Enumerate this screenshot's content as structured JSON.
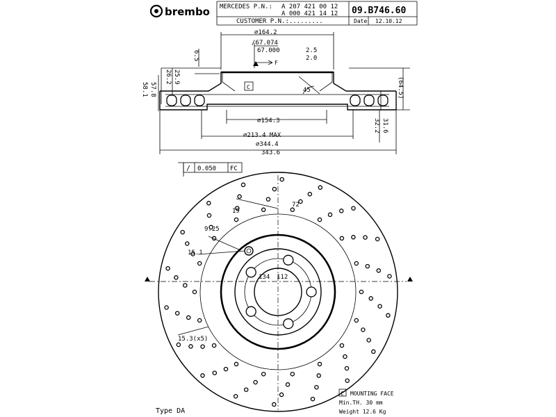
{
  "header": {
    "brand": "brembo",
    "oem_label": "MERCEDES P.N.:",
    "oem_numbers": [
      "A 207 421 00 12",
      "A 000 421 14 12"
    ],
    "customer_label": "CUSTOMER P.N.:.........",
    "part_number": "09.B746.60",
    "date_label": "Date",
    "date_value": "12.10.12"
  },
  "section_dims": {
    "d_hat_outer": "∅164.2",
    "d_pilot_1": "∕67.074",
    "d_pilot_2": "67.000",
    "hat_step_1": "2.5",
    "hat_step_2": "2.0",
    "height_1": "26.2",
    "height_2": "25.9",
    "hat_thick": "6.5",
    "face_label": "F",
    "mounting_ref": "C",
    "chamfer": "45",
    "overall_1": "58.1",
    "overall_2": "57.8",
    "total_height": "(64.5)",
    "thick_1": "32.2",
    "thick_2": "31.6",
    "d_inner_vent": "∅154.3",
    "d_max": "∅213.4 MAX",
    "d_outer_1": "∅344.4",
    "d_outer_2": "343.6"
  },
  "tolerance": {
    "symbol": "∕",
    "value": "0.050",
    "ref": "FC"
  },
  "face_dims": {
    "holes_count": "72",
    "hole_angle": "19",
    "hole_dia": "9.25",
    "center_bore": "15.1",
    "pcd_1": "134",
    "pcd_2": "112",
    "bolt_holes": "15.3(x5)"
  },
  "notes": {
    "type": "Type DA",
    "mounting_box": "C",
    "mounting_text": "MOUNTING FACE",
    "min_th": "Min.TH. 30 mm",
    "weight": "Weight 12.6 Kg"
  }
}
